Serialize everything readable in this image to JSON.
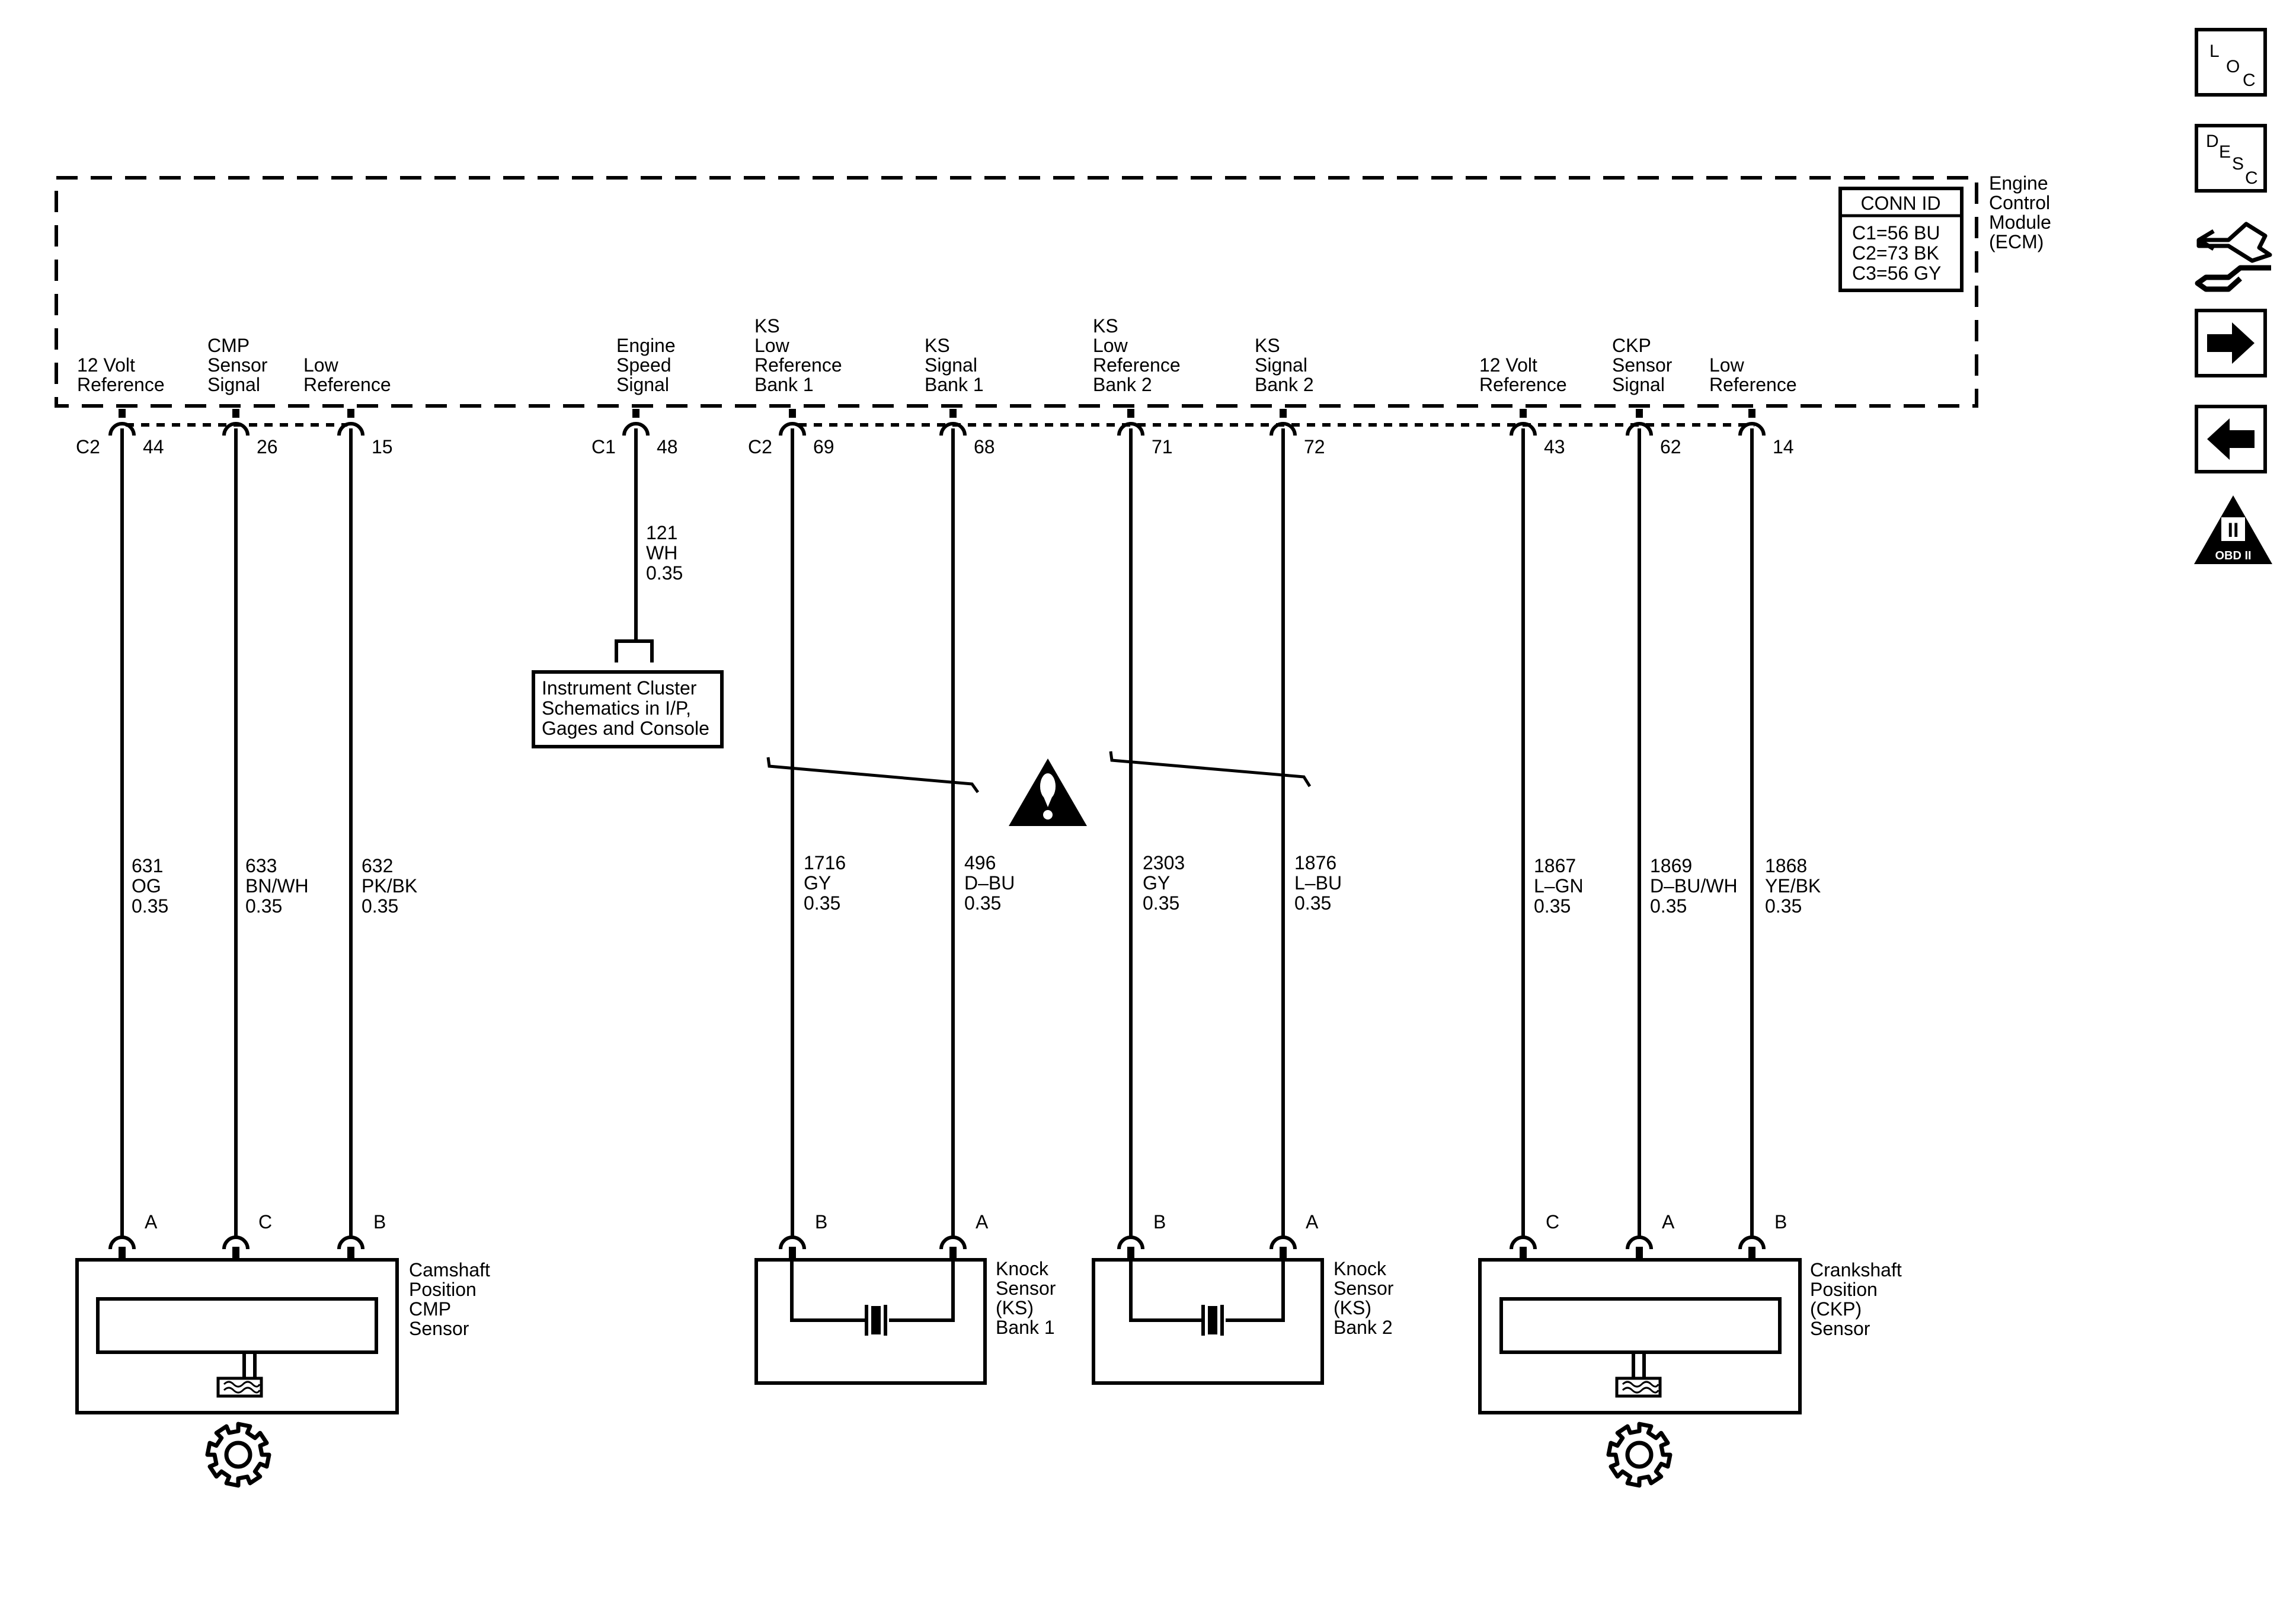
{
  "ecm": {
    "label": [
      "Engine",
      "Control",
      "Module",
      "(ECM)"
    ],
    "conn_id_title": "CONN ID",
    "conn_ids": [
      "C1=56 BU",
      "C2=73 BK",
      "C3=56 GY"
    ]
  },
  "pins": [
    {
      "label": [
        "12 Volt",
        "Reference"
      ],
      "connector": "C2",
      "pin": "44"
    },
    {
      "label": [
        "CMP",
        "Sensor",
        "Signal"
      ],
      "connector": "",
      "pin": "26"
    },
    {
      "label": [
        "Low",
        "Reference"
      ],
      "connector": "",
      "pin": "15"
    },
    {
      "label": [
        "Engine",
        "Speed",
        "Signal"
      ],
      "connector": "C1",
      "pin": "48"
    },
    {
      "label": [
        "KS",
        "Low",
        "Reference",
        "Bank 1"
      ],
      "connector": "C2",
      "pin": "69"
    },
    {
      "label": [
        "KS",
        "Signal",
        "Bank 1"
      ],
      "connector": "",
      "pin": "68"
    },
    {
      "label": [
        "KS",
        "Low",
        "Reference",
        "Bank 2"
      ],
      "connector": "",
      "pin": "71"
    },
    {
      "label": [
        "KS",
        "Signal",
        "Bank 2"
      ],
      "connector": "",
      "pin": "72"
    },
    {
      "label": [
        "12 Volt",
        "Reference"
      ],
      "connector": "",
      "pin": "43"
    },
    {
      "label": [
        "CKP",
        "Sensor",
        "Signal"
      ],
      "connector": "",
      "pin": "62"
    },
    {
      "label": [
        "Low",
        "Reference"
      ],
      "connector": "",
      "pin": "14"
    }
  ],
  "wires": [
    {
      "circuit": "631",
      "color": "OG",
      "size": "0.35"
    },
    {
      "circuit": "633",
      "color": "BN/WH",
      "size": "0.35"
    },
    {
      "circuit": "632",
      "color": "PK/BK",
      "size": "0.35"
    },
    {
      "circuit": "121",
      "color": "WH",
      "size": "0.35"
    },
    {
      "circuit": "1716",
      "color": "GY",
      "size": "0.35"
    },
    {
      "circuit": "496",
      "color": "D–BU",
      "size": "0.35"
    },
    {
      "circuit": "2303",
      "color": "GY",
      "size": "0.35"
    },
    {
      "circuit": "1876",
      "color": "L–BU",
      "size": "0.35"
    },
    {
      "circuit": "1867",
      "color": "L–GN",
      "size": "0.35"
    },
    {
      "circuit": "1869",
      "color": "D–BU/WH",
      "size": "0.35"
    },
    {
      "circuit": "1868",
      "color": "YE/BK",
      "size": "0.35"
    }
  ],
  "reference_box": [
    "Instrument Cluster",
    "Schematics in I/P,",
    "Gages and Console"
  ],
  "sensors": [
    {
      "name": [
        "Camshaft",
        "Position",
        "CMP",
        "Sensor"
      ],
      "terminals": [
        "A",
        "C",
        "B"
      ]
    },
    {
      "name": [
        "Knock",
        "Sensor",
        "(KS)",
        "Bank 1"
      ],
      "terminals": [
        "B",
        "A"
      ]
    },
    {
      "name": [
        "Knock",
        "Sensor",
        "(KS)",
        "Bank 2"
      ],
      "terminals": [
        "B",
        "A"
      ]
    },
    {
      "name": [
        "Crankshaft",
        "Position",
        "(CKP)",
        "Sensor"
      ],
      "terminals": [
        "C",
        "A",
        "B"
      ]
    }
  ],
  "nav": {
    "loc_letters": [
      "L",
      "O",
      "C"
    ],
    "desc_letters": [
      "D",
      "E",
      "S",
      "C"
    ],
    "obd_numeral": "II",
    "obd_label": "OBD II",
    "icons": [
      "loc-icon",
      "desc-icon",
      "connector-tool-icon",
      "next-arrow-icon",
      "previous-arrow-icon",
      "obd-ii-icon"
    ]
  }
}
